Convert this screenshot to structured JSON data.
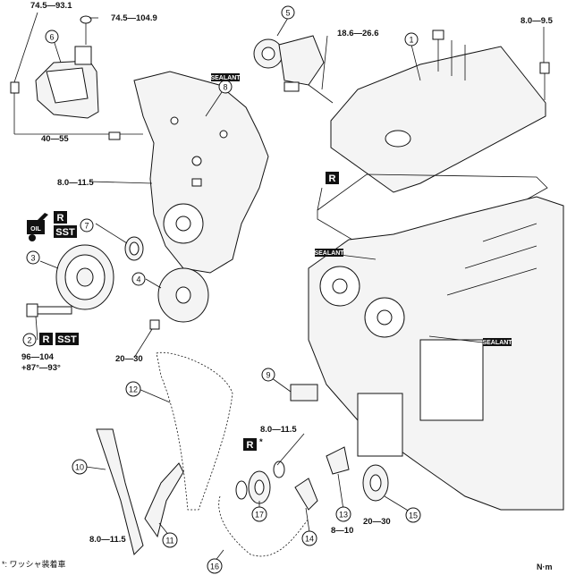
{
  "torques": {
    "t1": "74.5—93.1",
    "t2": "74.5—104.9",
    "t3": "18.6—26.6",
    "t4": "8.0—9.5",
    "t5": "40—55",
    "t6": "8.0—11.5",
    "t7a": "96—104",
    "t7b": "+87°—93°",
    "t8": "20—30",
    "t9": "8.0—11.5",
    "t10": "8.0—11.5",
    "t11": "8—10",
    "t12": "20—30"
  },
  "callouts": [
    "1",
    "2",
    "3",
    "4",
    "5",
    "6",
    "7",
    "8",
    "9",
    "10",
    "11",
    "12",
    "13",
    "14",
    "15",
    "16",
    "17"
  ],
  "tags": {
    "sealant": "SEALANT",
    "r": "R",
    "sst": "SST",
    "oil": "OIL",
    "asterisk": "*"
  },
  "footnote": "*: ワッシャ装着車",
  "unit": "N·m"
}
